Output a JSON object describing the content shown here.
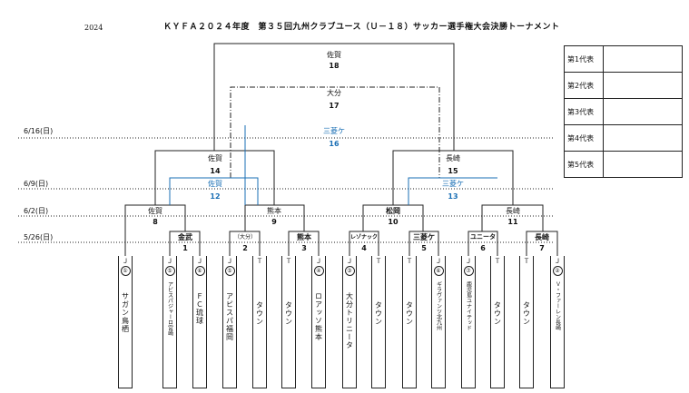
{
  "year": "2024",
  "title": "ＫＹＦＡ２０２４年度　第３５回九州クラブユース（Ｕ－１８）サッカー選手権大会決勝トーナメント",
  "dates": [
    "6/16(日)",
    "6/9(日)",
    "6/2(日)",
    "5/26(日)"
  ],
  "matches": {
    "m18": {
      "venue": "佐賀",
      "num": "18"
    },
    "m17": {
      "venue": "大分",
      "num": "17"
    },
    "m16": {
      "venue": "三菱ケ",
      "num": "16"
    },
    "m14": {
      "venue": "佐賀",
      "num": "14"
    },
    "m15": {
      "venue": "長崎",
      "num": "15"
    },
    "m12": {
      "venue": "佐賀",
      "num": "12"
    },
    "m13": {
      "venue": "三菱ケ",
      "num": "13"
    },
    "m8": {
      "venue": "佐賀",
      "num": "8"
    },
    "m9": {
      "venue": "熊本",
      "num": "9"
    },
    "m10": {
      "venue": "松岡",
      "num": "10"
    },
    "m11": {
      "venue": "長崎",
      "num": "11"
    },
    "m1": {
      "venue": "金武",
      "num": "1"
    },
    "m2": {
      "venue": "（大分）",
      "num": "2"
    },
    "m3": {
      "venue": "熊本",
      "num": "3"
    },
    "m4": {
      "venue": "レゾナック",
      "num": "4"
    },
    "m5": {
      "venue": "三菱ケ",
      "num": "5"
    },
    "m6": {
      "venue": "ユニータ",
      "num": "6"
    },
    "m7": {
      "venue": "長崎",
      "num": "7"
    }
  },
  "representatives": [
    {
      "label": "第1代表",
      "value": ""
    },
    {
      "label": "第2代表",
      "value": ""
    },
    {
      "label": "第3代表",
      "value": ""
    },
    {
      "label": "第4代表",
      "value": ""
    },
    {
      "label": "第5代表",
      "value": ""
    }
  ],
  "teams": [
    {
      "tag": "Ｊ",
      "num": "①",
      "name": "サガン鳥栖"
    },
    {
      "tag": "Ｊ",
      "num": "⑤",
      "name": "アビスパジャーロ宮崎"
    },
    {
      "tag": "Ｊ",
      "num": "⑥",
      "name": "ＦＣ琉球"
    },
    {
      "tag": "Ｊ",
      "num": "⑤",
      "name": "アビスパ福岡"
    },
    {
      "tag": "Ｔ",
      "num": "",
      "name": "タウン"
    },
    {
      "tag": "Ｔ",
      "num": "",
      "name": "タウン"
    },
    {
      "tag": "Ｊ",
      "num": "④",
      "name": "ロアッソ熊本"
    },
    {
      "tag": "Ｊ",
      "num": "③",
      "name": "大分トリニータ"
    },
    {
      "tag": "Ｔ",
      "num": "",
      "name": "タウン"
    },
    {
      "tag": "Ｔ",
      "num": "",
      "name": "タウン"
    },
    {
      "tag": "Ｊ",
      "num": "⑥",
      "name": "ギラヴァンツ北九州"
    },
    {
      "tag": "Ｊ",
      "num": "⑦",
      "name": "鹿児島ユナイテッド"
    },
    {
      "tag": "Ｔ",
      "num": "",
      "name": "タウン"
    },
    {
      "tag": "Ｔ",
      "num": "",
      "name": "タウン"
    },
    {
      "tag": "Ｊ",
      "num": "②",
      "name": "Ｖ・ファーレン長崎"
    }
  ]
}
